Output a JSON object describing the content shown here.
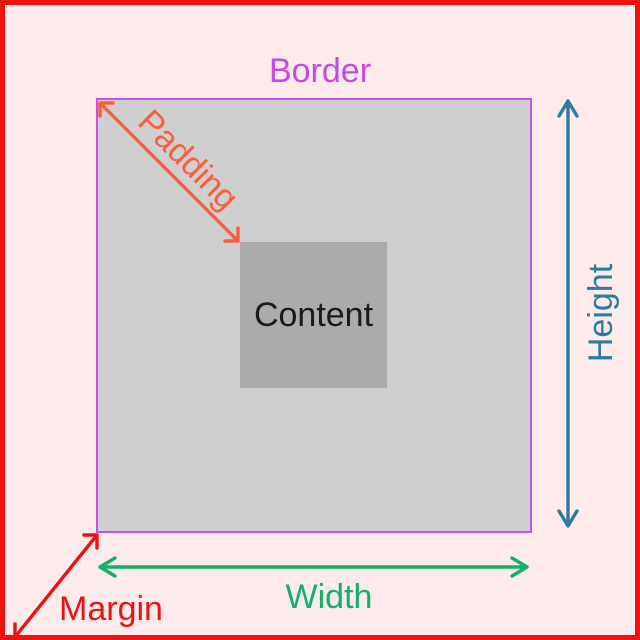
{
  "diagram": {
    "labels": {
      "border": "Border",
      "padding": "Padding",
      "content": "Content",
      "height": "Height",
      "width": "Width",
      "margin": "Margin"
    },
    "colors": {
      "background": "#fdeaea",
      "outer_border": "#ee1111",
      "box_border": "#c653e6",
      "border_label": "#c44ae1",
      "box_fill": "#cfcfcf",
      "content_fill": "#ababab",
      "content_text": "#1a1a1a",
      "padding_color": "#fc5d3d",
      "height_color": "#2a7d9e",
      "width_color": "#12b068",
      "margin_color": "#e81414"
    }
  }
}
